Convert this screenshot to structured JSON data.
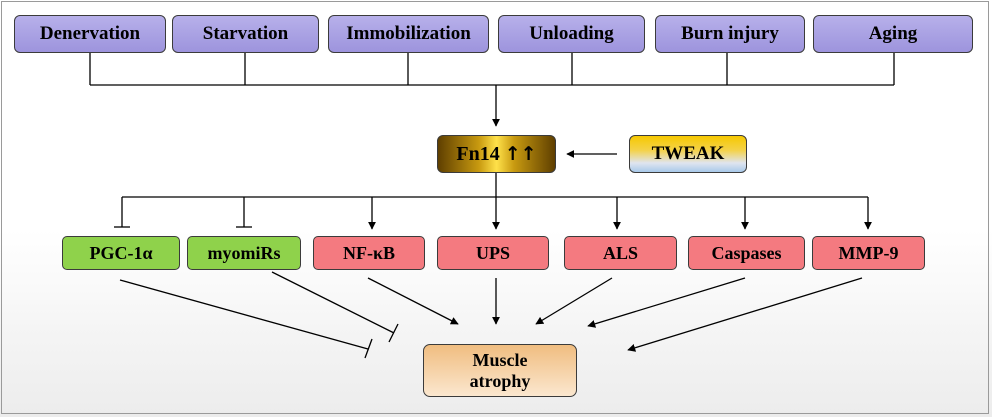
{
  "stimuli": [
    "Denervation",
    "Starvation",
    "Immobilization",
    "Unloading",
    "Burn injury",
    "Aging"
  ],
  "receptor": {
    "label": "Fn14",
    "arrows": "↑↑"
  },
  "ligand": "TWEAK",
  "inhibited_by_fn14": [
    "PGC-1α",
    "myomiRs"
  ],
  "induced_by_fn14": [
    "NF-κB",
    "UPS",
    "ALS",
    "Caspases",
    "MMP-9"
  ],
  "outcome": {
    "line1": "Muscle",
    "line2": "atrophy"
  },
  "colors": {
    "stimulus_fill": "#a79fe3",
    "inhibited_fill": "#8fd24b",
    "induced_fill": "#f47a80",
    "receptor_fill": "#c89a10",
    "outcome_fill": "#f0bd80"
  }
}
